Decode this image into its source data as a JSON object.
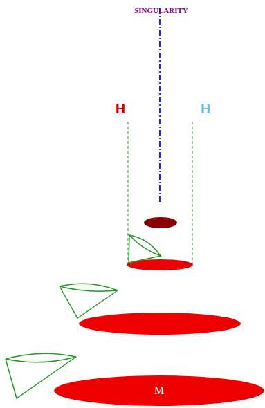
{
  "diagram": {
    "nodes": [
      {
        "text": [
          "M"
        ]
      }
    ],
    "labels": [
      "SINGULARITY",
      "H",
      "H"
    ]
  }
}
